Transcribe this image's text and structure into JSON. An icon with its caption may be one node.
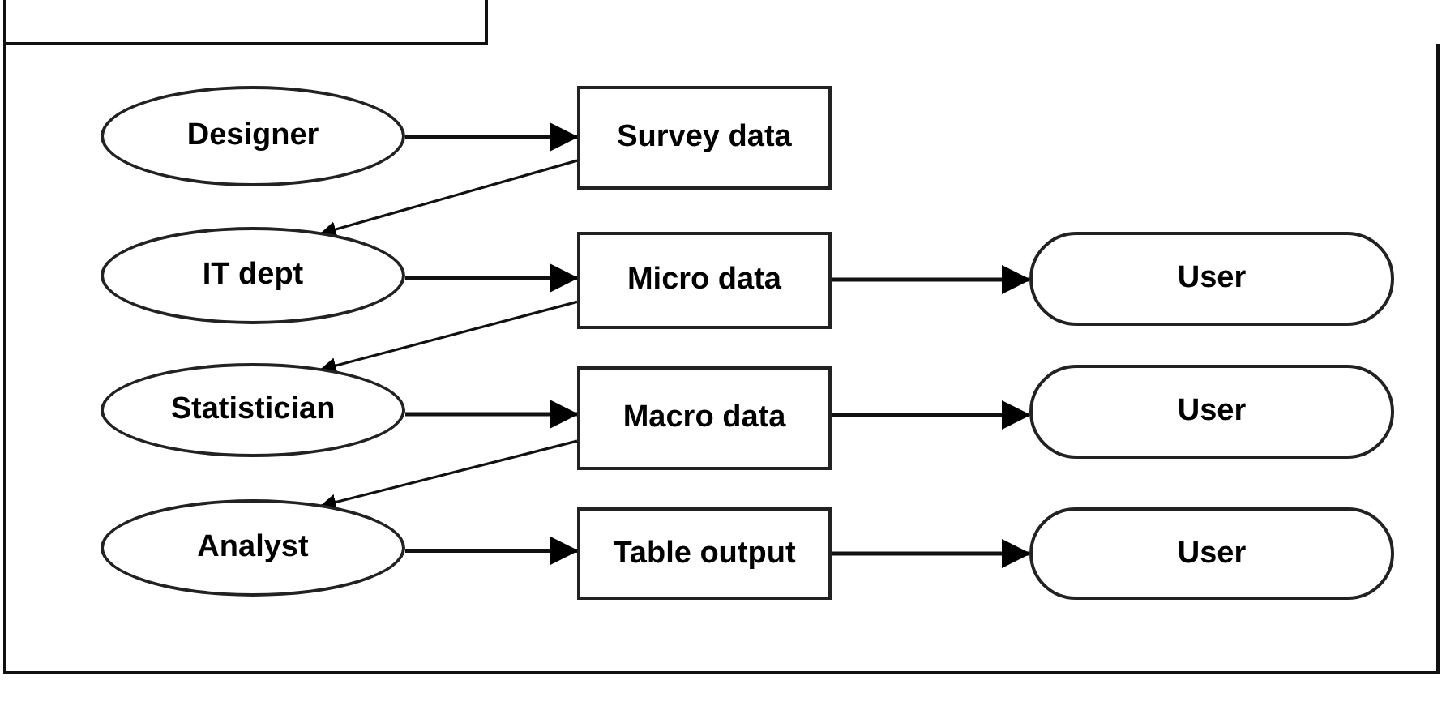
{
  "diagram": {
    "nodes": [
      {
        "text": [
          "Designer"
        ]
      },
      {
        "text": [
          "Survey data"
        ]
      },
      {
        "text": [
          "IT dept"
        ]
      },
      {
        "text": [
          "Micro data"
        ]
      },
      {
        "text": [
          "User"
        ]
      },
      {
        "text": [
          "Statistician"
        ]
      },
      {
        "text": [
          "Macro data"
        ]
      },
      {
        "text": [
          "User"
        ]
      },
      {
        "text": [
          "Analyst"
        ]
      },
      {
        "text": [
          "Table output"
        ]
      },
      {
        "text": [
          "User"
        ]
      }
    ],
    "edges": [
      {
        "from": 0,
        "to": 1,
        "arrow": "to"
      },
      {
        "from": 1,
        "to": 2,
        "arrow": "to"
      },
      {
        "from": 2,
        "to": 3,
        "arrow": "to"
      },
      {
        "from": 3,
        "to": 4,
        "arrow": "to"
      },
      {
        "from": 3,
        "to": 5,
        "arrow": "to"
      },
      {
        "from": 5,
        "to": 6,
        "arrow": "to"
      },
      {
        "from": 6,
        "to": 7,
        "arrow": "to"
      },
      {
        "from": 6,
        "to": 8,
        "arrow": "to"
      },
      {
        "from": 8,
        "to": 9,
        "arrow": "to"
      },
      {
        "from": 9,
        "to": 10,
        "arrow": "to"
      }
    ]
  }
}
